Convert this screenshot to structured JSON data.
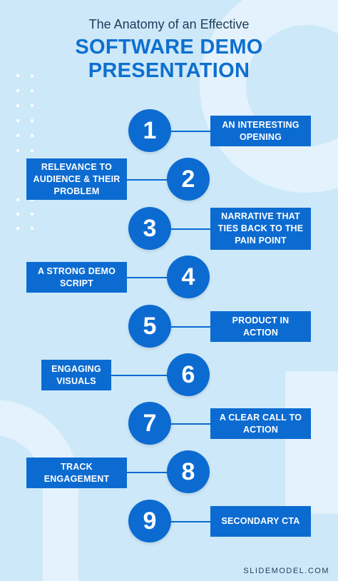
{
  "header": {
    "subtitle": "The Anatomy of an Effective",
    "title_line1": "SOFTWARE DEMO",
    "title_line2": "PRESENTATION"
  },
  "steps": [
    {
      "number": "1",
      "label": "AN INTERESTING OPENING"
    },
    {
      "number": "2",
      "label": "RELEVANCE TO AUDIENCE & THEIR PROBLEM"
    },
    {
      "number": "3",
      "label": "NARRATIVE THAT TIES BACK TO THE PAIN POINT"
    },
    {
      "number": "4",
      "label": "A STRONG DEMO SCRIPT"
    },
    {
      "number": "5",
      "label": "PRODUCT IN ACTION"
    },
    {
      "number": "6",
      "label": "ENGAGING VISUALS"
    },
    {
      "number": "7",
      "label": "A CLEAR CALL TO ACTION"
    },
    {
      "number": "8",
      "label": "TRACK ENGAGEMENT"
    },
    {
      "number": "9",
      "label": "SECONDARY CTA"
    }
  ],
  "footer": {
    "brand": "SLIDEMODEL.COM"
  },
  "colors": {
    "primary": "#0c6bd1",
    "background": "#cde8f9",
    "title": "#0e6fcf"
  }
}
